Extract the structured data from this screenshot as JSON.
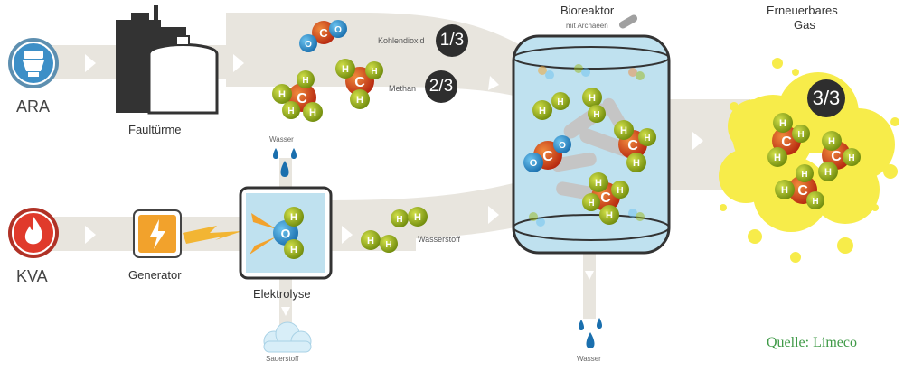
{
  "labels": {
    "ara": "ARA",
    "kva": "KVA",
    "faultuerme": "Faultürme",
    "generator": "Generator",
    "elektrolyse": "Elektrolyse",
    "bioreaktor": "Bioreaktor",
    "archaeen": "mit Archaeen",
    "erneuerbares": "Erneuerbares",
    "gas": "Gas",
    "kohlendioxid": "Kohlendioxid",
    "methan": "Methan",
    "wasserstoff": "Wasserstoff",
    "wasser_top": "Wasser",
    "sauerstoff": "Sauerstoff",
    "wasser_bottom": "Wasser",
    "source": "Quelle: Limeco"
  },
  "fractions": {
    "kohlendioxid": "1/3",
    "methan": "2/3",
    "gas": "3/3"
  },
  "atoms": {
    "carbon": "C",
    "oxygen": "O",
    "hydrogen": "H"
  },
  "colors": {
    "flow": "#e8e5de",
    "ara_blue": "#3d8fc7",
    "kva_red": "#e03a2b",
    "generator_orange": "#f2a22c",
    "reactor_blue": "#bfe1ef",
    "gas_yellow": "#f7ec4a",
    "carbon_red": "#d9431b",
    "oxygen_blue": "#2b8fd0",
    "hydrogen_green": "#9bb81a",
    "source_green": "#3f9a47"
  },
  "icons": [
    "toilet-icon",
    "flame-icon",
    "lightning-icon",
    "factory-icon",
    "tank-icon",
    "cloud-icon",
    "water-drop-icon",
    "bacteria-icon"
  ]
}
